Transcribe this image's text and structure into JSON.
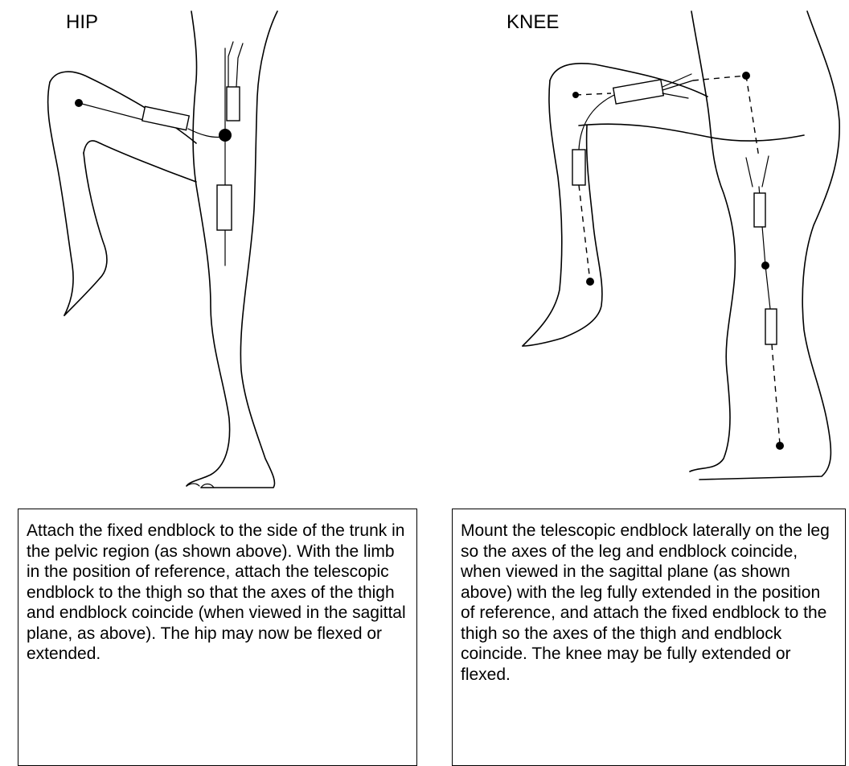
{
  "hip": {
    "title": "HIP",
    "instructions": "Attach the fixed endblock to the side of the trunk in the pelvic region (as shown above). With the limb in the position of reference, attach the telescopic endblock to the thigh so that the axes of the thigh and endblock coincide (when viewed in the sagittal plane, as above). The hip may now be flexed or extended."
  },
  "knee": {
    "title": "KNEE",
    "instructions": "Mount the telescopic endblock laterally on the leg so the axes of the leg and endblock coincide, when viewed in the sagittal plane (as shown above) with the leg fully extended in the position of reference, and attach the fixed endblock to the thigh so the axes of the thigh and endblock coincide. The knee may be fully extended or flexed."
  }
}
